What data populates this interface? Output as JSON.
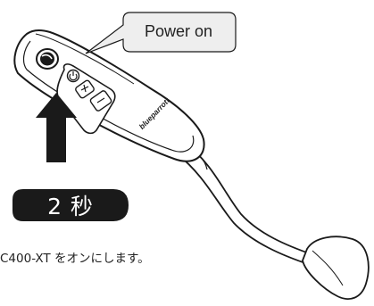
{
  "callout": {
    "label": "Power on"
  },
  "duration_badge": {
    "label": "2 秒"
  },
  "caption": {
    "text": "C400-XT をオンにします。"
  },
  "device": {
    "brand": "blueparrott",
    "buttons": [
      "power-button-icon",
      "volume-up-button-icon",
      "volume-down-button-icon"
    ]
  },
  "colors": {
    "outline": "#1a1a1a",
    "callout_fill": "#eeeeee",
    "badge_fill": "#1a1a1a",
    "arrow_fill": "#1a1a1a",
    "device_fill": "#ffffff"
  }
}
